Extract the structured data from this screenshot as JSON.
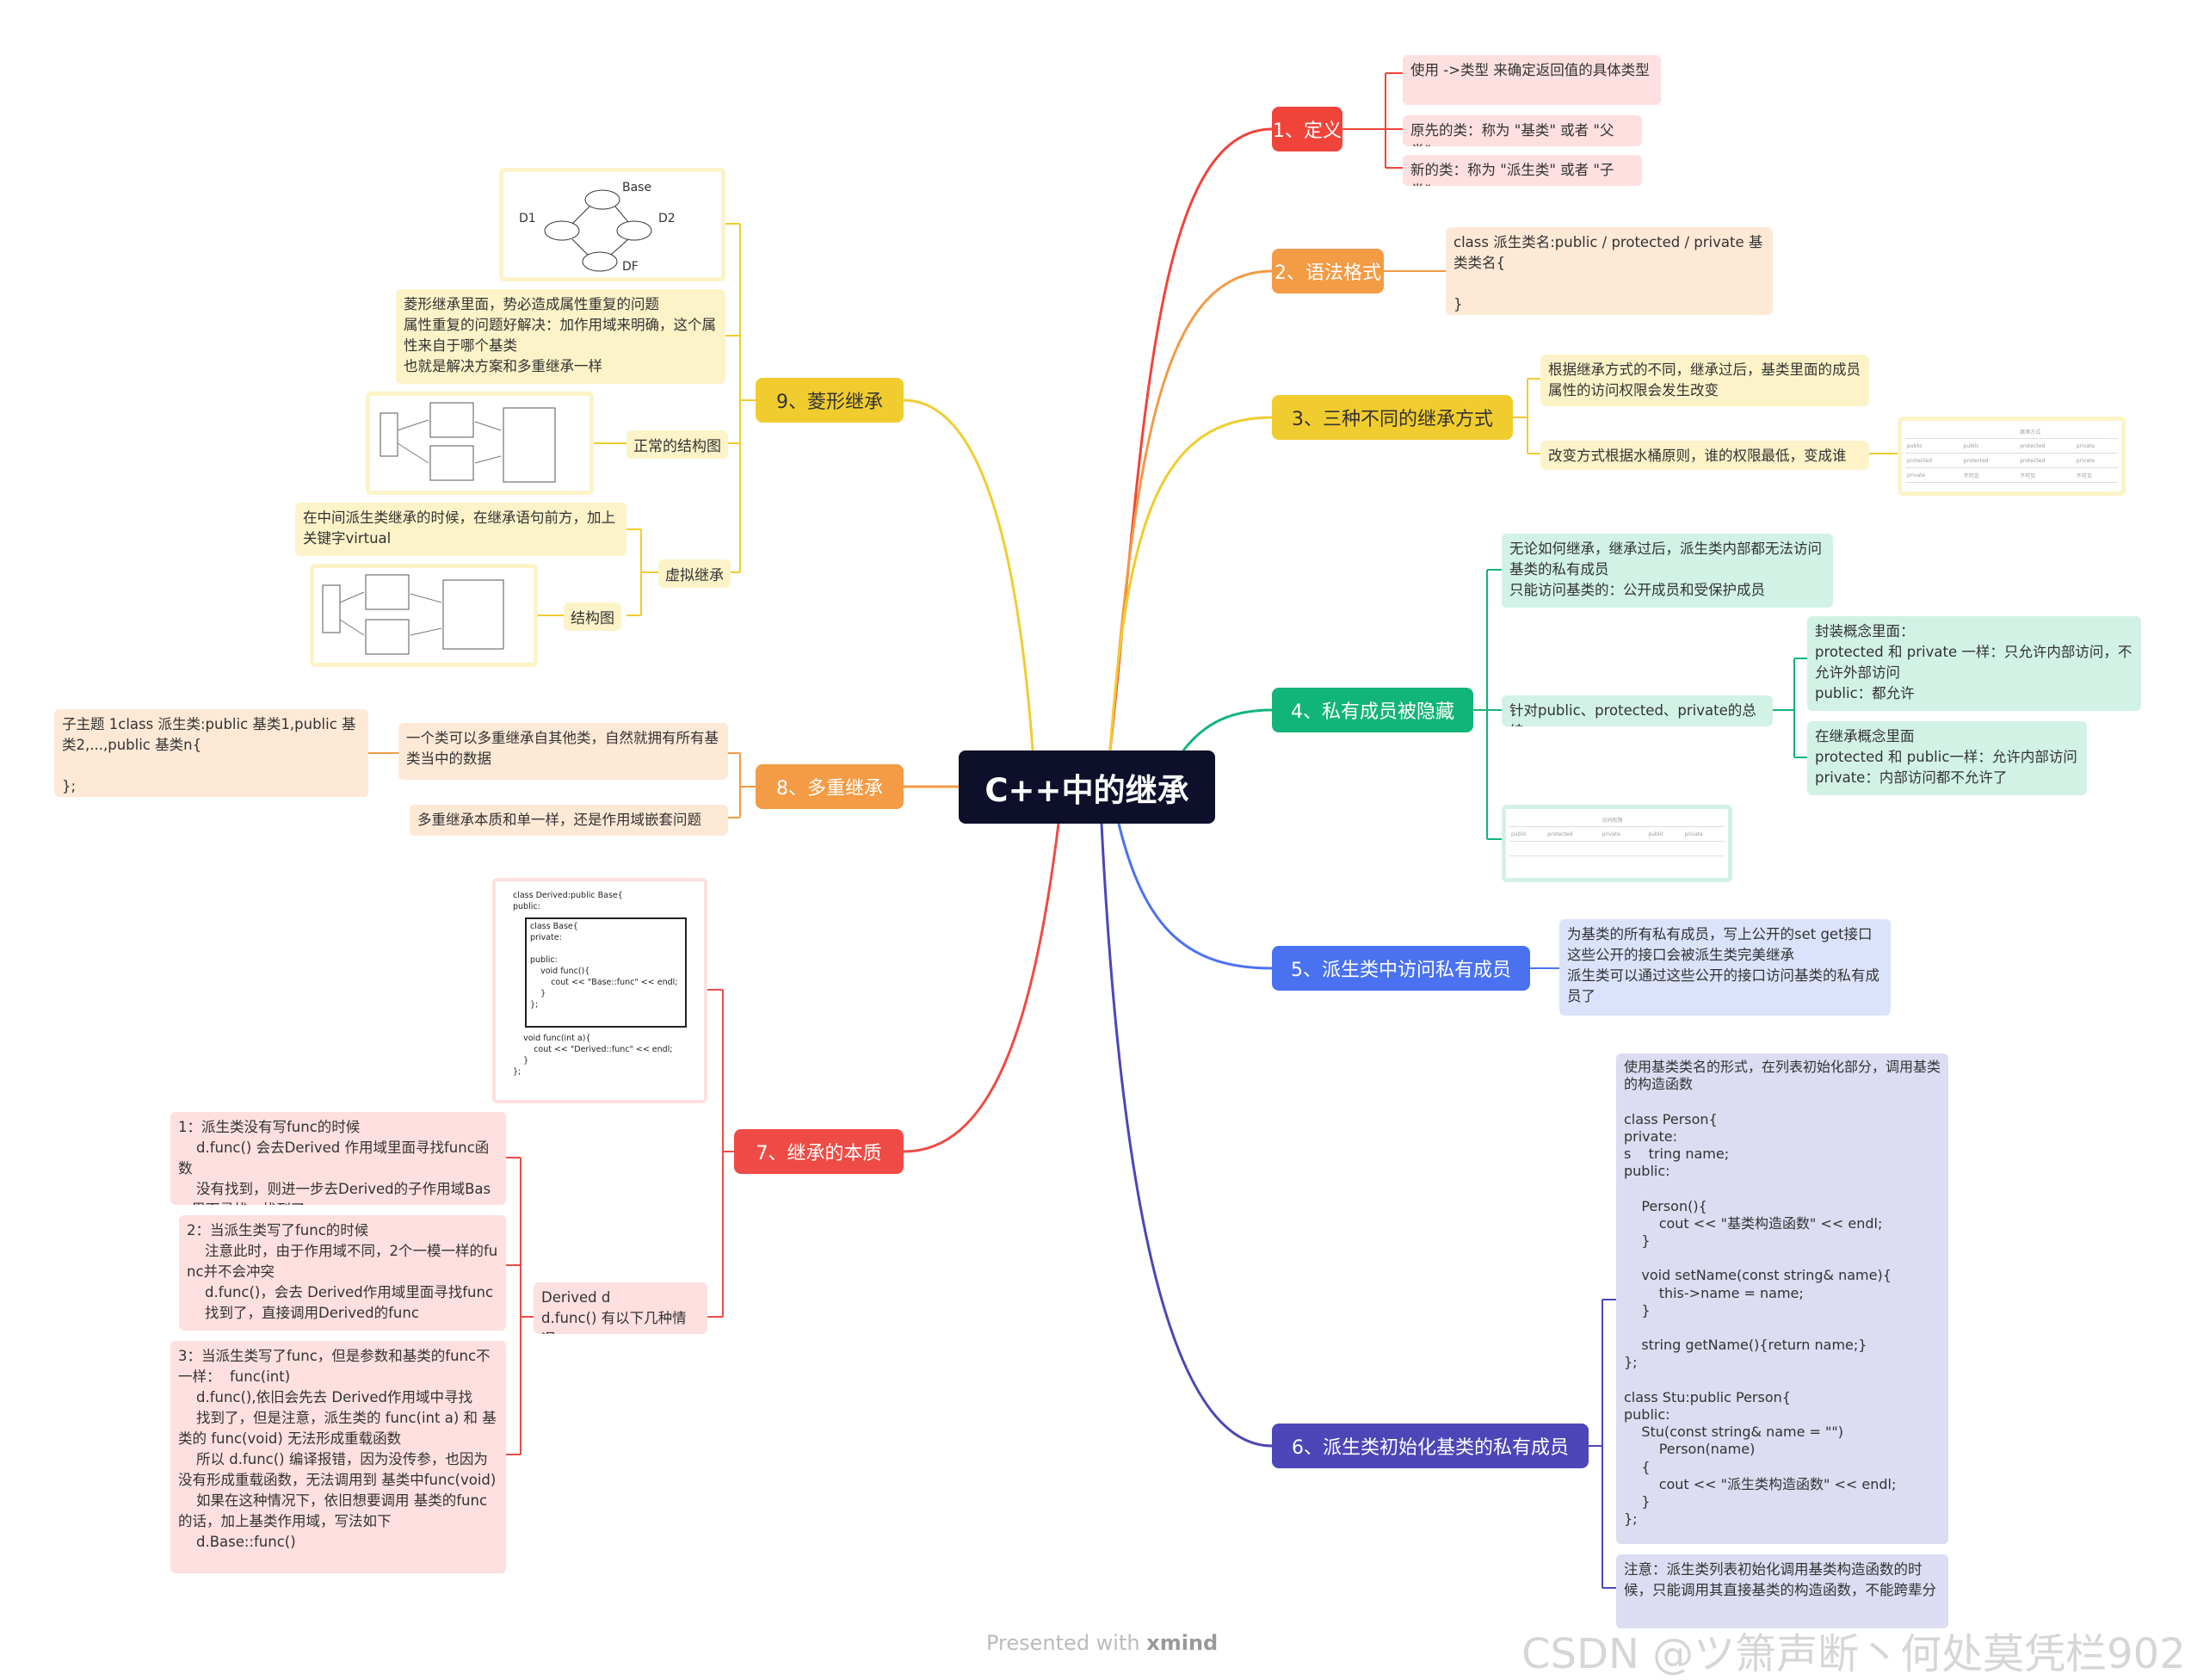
{
  "title": "C++中的继承",
  "footer": {
    "prefix": "Presented with ",
    "brand": "xmind"
  },
  "watermark": "CSDN @ツ箫声断丶何处莫凭栏902",
  "topics": {
    "t1": "1、定义",
    "t2": "2、语法格式",
    "t3": "3、三种不同的继承方式",
    "t4": "4、私有成员被隐藏",
    "t5": "5、派生类中访问私有成员",
    "t6": "6、派生类初始化基类的私有成员",
    "t7": "7、继承的本质",
    "t8": "8、多重继承",
    "t9": "9、菱形继承"
  },
  "def": {
    "a": "使用 ->类型 来确定返回值的具体类型",
    "b": "原先的类：称为 \"基类\" 或者 \"父类\"",
    "c": "新的类：称为 \"派生类\" 或者 \"子类\""
  },
  "syntax": "class 派生类名:public / protected / private 基类类名{\n\n}",
  "three": {
    "a": "根据继承方式的不同，继承过后，基类里面的成员属性的访问权限会发生改变",
    "b": "改变方式根据水桶原则，谁的权限最低，变成谁"
  },
  "hidden": {
    "a": "无论如何继承，继承过后，派生类内部都无法访问基类的私有成员\n只能访问基类的：公开成员和受保护成员",
    "summary": "针对public、protected、private的总结",
    "enc": "封装概念里面：\nprotected 和 private 一样：只允许内部访问，不允许外部访问\npublic：都允许",
    "inh": "在继承概念里面\nprotected 和 public一样：允许内部访问\nprivate：内部访问都不允许了"
  },
  "access5": "为基类的所有私有成员，写上公开的set get接口\n这些公开的接口会被派生类完美继承\n派生类可以通过这些公开的接口访问基类的私有成员了",
  "init6": {
    "code": "使用基类类名的形式，在列表初始化部分，调用基类的构造函数\n\nclass Person{\nprivate:\ns    tring name;\npublic:\n\n    Person(){\n        cout << \"基类构造函数\" << endl;\n    }\n\n    void setName(const string& name){\n        this->name = name;\n    }\n\n    string getName(){return name;}\n};\n\nclass Stu:public Person{\npublic:\n    Stu(const string& name = \"\")\n        Person(name)\n    {\n        cout << \"派生类构造函数\" << endl;\n    }\n};",
    "note": "注意：派生类列表初始化调用基类构造函数的时候，只能调用其直接基类的构造函数，不能跨辈分"
  },
  "essence7": {
    "code": "class Derived:public Base{\npublic:",
    "inner": "class Base{\nprivate:\n\npublic:\n    void func(){\n        cout << \"Base::func\" << endl;\n    }\n};",
    "tail": "    void func(int a){\n        cout << \"Derived::func\" << endl;\n    }\n};",
    "derived": "Derived d\nd.func() 有以下几种情况",
    "c1": "1：派生类没有写func的时候\n    d.func() 会去Derived 作用域里面寻找func函数\n    没有找到，则进一步去Derived的子作用域Base 里面寻找，找到了",
    "c2": "2：当派生类写了func的时候\n    注意此时，由于作用域不同，2个一模一样的func并不会冲突\n    d.func()，会去 Derived作用域里面寻找func\n    找到了，直接调用Derived的func",
    "c3": "3：当派生类写了func，但是参数和基类的func不一样：  func(int)\n    d.func(),依旧会先去 Derived作用域中寻找\n    找到了，但是注意，派生类的 func(int a) 和 基类的 func(void) 无法形成重载函数\n    所以 d.func() 编译报错，因为没传参，也因为没有形成重载函数，无法调用到 基类中func(void)\n    如果在这种情况下，依旧想要调用 基类的func的话，加上基类作用域，写法如下\n    d.Base::func()"
  },
  "multi8": {
    "a": "一个类可以多重继承自其他类，自然就拥有所有基类当中的数据",
    "b": "子主题 1class 派生类:public 基类1,public 基类2,...,public 基类n{\n\n};",
    "c": "多重继承本质和单一样，还是作用域嵌套问题"
  },
  "diamond9": {
    "desc": "菱形继承里面，势必造成属性重复的问题\n属性重复的问题好解决：加作用域来明确，这个属性来自于哪个基类\n也就是解决方案和多重继承一样",
    "normal": "正常的结构图",
    "virtual": "虚拟继承",
    "vdesc": "在中间派生类继承的时候，在继承语句前方，加上关键字virtual",
    "struct": "结构图",
    "sketch": {
      "base": "Base",
      "d1": "D1",
      "d2": "D2",
      "df": "DF"
    }
  },
  "colors": {
    "t1": "#f0443a",
    "t2": "#f39b45",
    "t3": "#f1cc2e",
    "t4": "#12b579",
    "t5": "#4a72f0",
    "t6": "#4c46b8",
    "t7": "#ef4b46",
    "t8": "#f39b45",
    "t9": "#f1cc2e"
  }
}
